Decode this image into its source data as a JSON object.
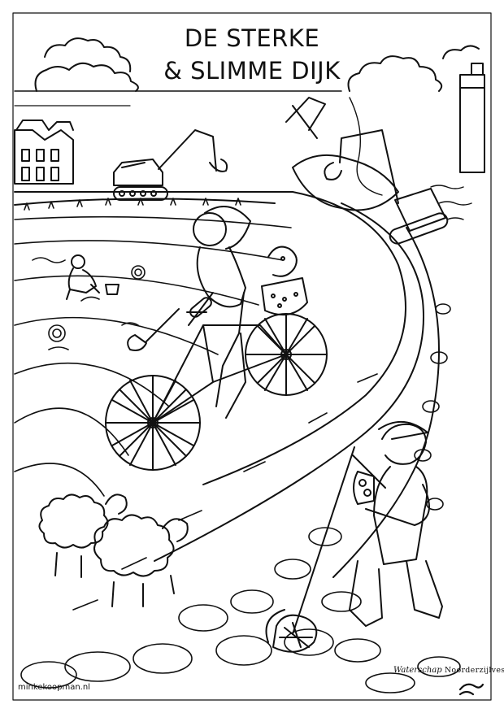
{
  "title": {
    "line1": "DE STERKE",
    "line2": "& SLIMME DIJK"
  },
  "credit": "minkekoopman.nl",
  "organization": {
    "prefix": "Waterschap",
    "name": "Noorderzijlvest"
  },
  "icons": {
    "org_logo": "wave-logo-icon"
  },
  "colors": {
    "ink": "#111111",
    "paper": "#ffffff"
  }
}
